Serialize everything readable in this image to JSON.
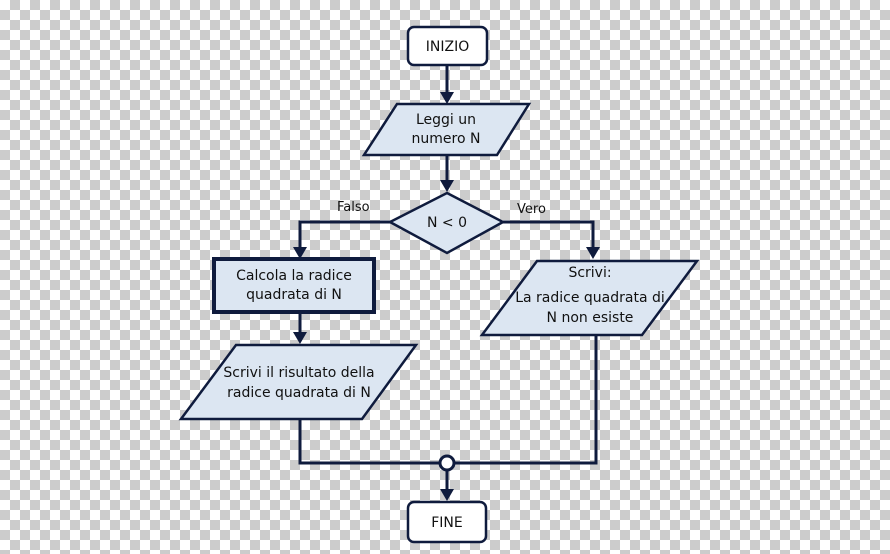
{
  "start": "INIZIO",
  "input": [
    "Leggi un",
    "numero N"
  ],
  "decision": "N < 0",
  "branch_false": "Falso",
  "branch_true": "Vero",
  "process": [
    "Calcola la radice",
    "quadrata di N"
  ],
  "output_result": [
    "Scrivi il risultato della",
    "radice quadrata di N"
  ],
  "output_error": [
    "Scrivi:",
    "La radice quadrata di",
    "N non esiste"
  ],
  "end": "FINE"
}
